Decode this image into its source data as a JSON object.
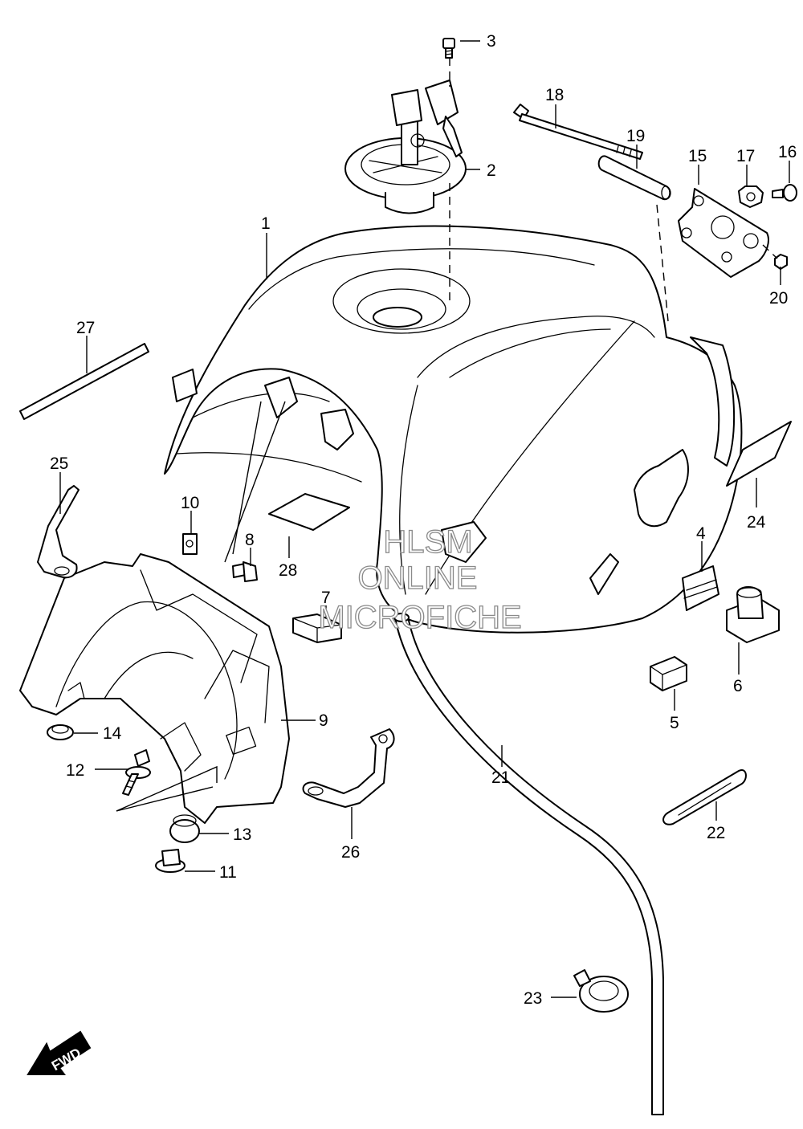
{
  "diagram": {
    "callouts": [
      "1",
      "2",
      "3",
      "4",
      "5",
      "6",
      "7",
      "8",
      "9",
      "10",
      "11",
      "12",
      "13",
      "14",
      "15",
      "16",
      "17",
      "18",
      "19",
      "20",
      "21",
      "22",
      "23",
      "24",
      "25",
      "26",
      "27",
      "28"
    ],
    "direction_badge": "FWD",
    "watermark": [
      "HLSM",
      "ONLINE",
      "MICROFICHE"
    ]
  }
}
